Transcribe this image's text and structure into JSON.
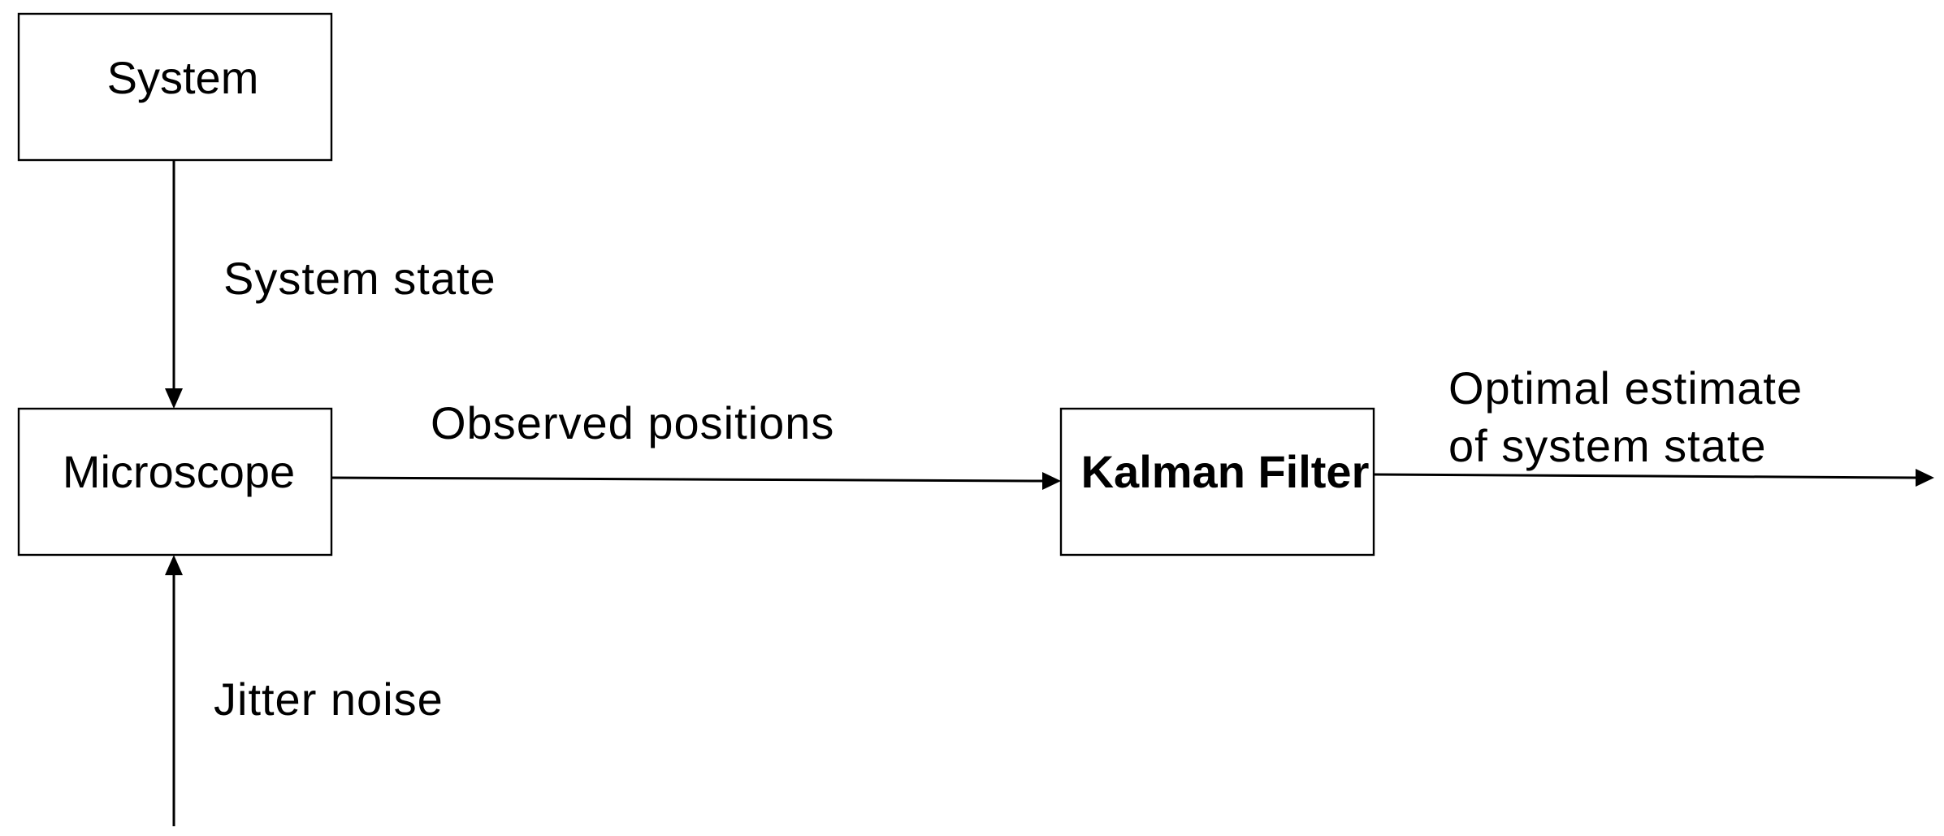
{
  "nodes": {
    "system": {
      "label": "System"
    },
    "microscope": {
      "label": "Microscope"
    },
    "kalman_filter": {
      "label": "Kalman Filter",
      "color": "#ff0000"
    }
  },
  "edges": {
    "system_state": {
      "label": "System state"
    },
    "jitter_noise": {
      "label": "Jitter noise"
    },
    "observed_positions": {
      "label": "Observed positions"
    },
    "optimal_estimate": {
      "label_line1": "Optimal estimate",
      "label_line2": "of system state"
    }
  }
}
